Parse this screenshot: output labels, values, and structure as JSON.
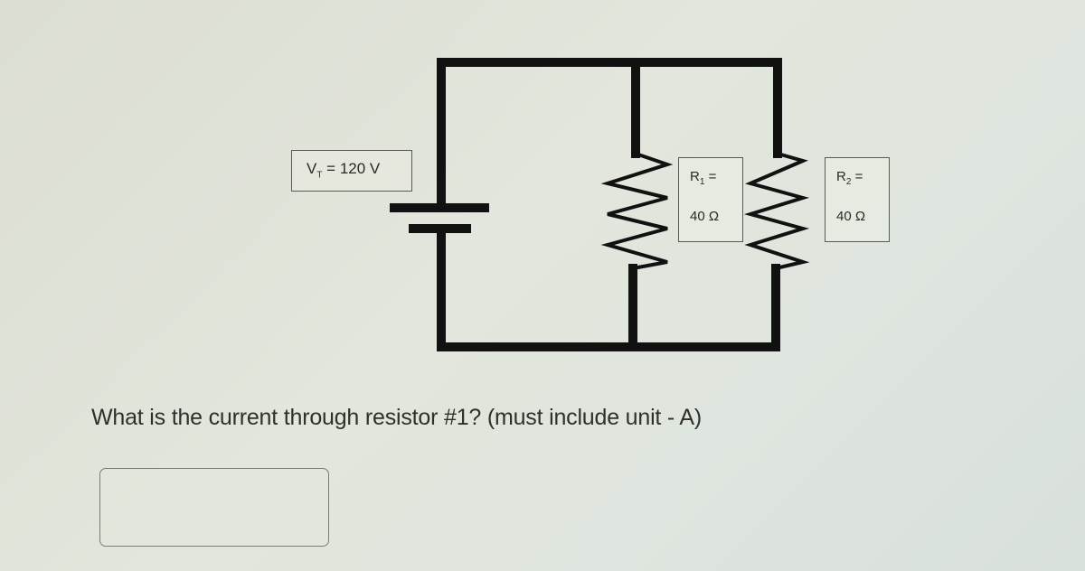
{
  "circuit": {
    "type": "parallel",
    "source": {
      "label": "V",
      "subscript": "T",
      "equals": " = ",
      "value": "120 V"
    },
    "resistors": [
      {
        "label": "R",
        "subscript": "1",
        "equals": " =",
        "value": "40 Ω"
      },
      {
        "label": "R",
        "subscript": "2",
        "equals": " =",
        "value": "40 Ω"
      }
    ]
  },
  "question": {
    "text": "What is the current through resistor #1?  (must include unit - A)"
  },
  "answer": {
    "value": "",
    "placeholder": ""
  }
}
